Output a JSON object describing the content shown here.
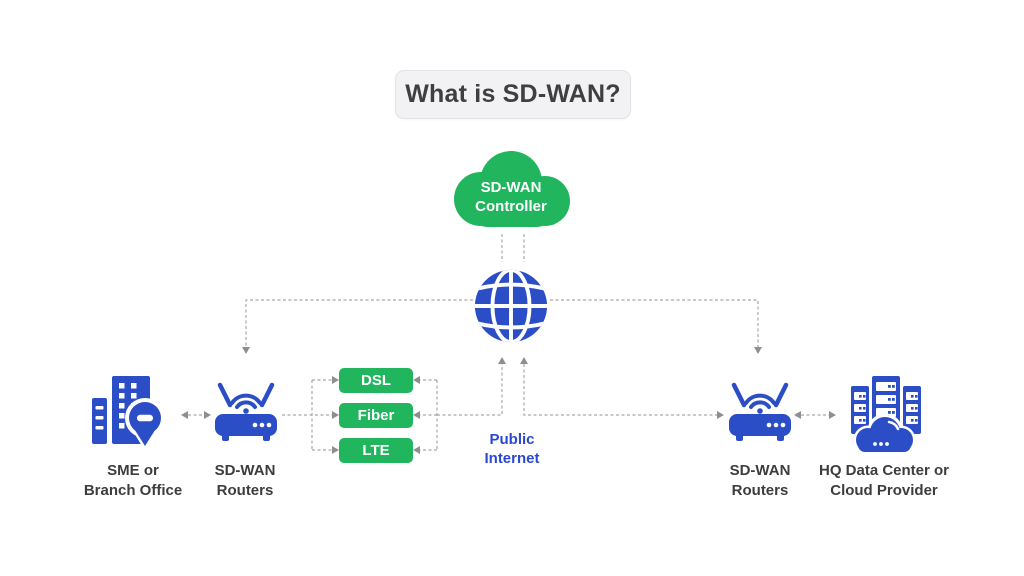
{
  "title": {
    "label": "What is SD-WAN?"
  },
  "controller": {
    "line1": "SD-WAN",
    "line2": "Controller"
  },
  "internet": {
    "line1": "Public",
    "line2": "Internet"
  },
  "links": [
    "DSL",
    "Fiber",
    "LTE"
  ],
  "nodes": {
    "branch": {
      "line1": "SME or",
      "line2": "Branch Office"
    },
    "left_router": {
      "line1": "SD-WAN",
      "line2": "Routers"
    },
    "right_router": {
      "line1": "SD-WAN",
      "line2": "Routers"
    },
    "hq": {
      "line1": "HQ Data Center or",
      "line2": "Cloud Provider"
    }
  },
  "icons": {
    "controller": "cloud-icon",
    "internet": "globe-icon",
    "branch": "office-building-pin-icon",
    "left_router": "wifi-router-icon",
    "right_router": "wifi-router-icon",
    "hq": "server-cloud-icon"
  },
  "colors": {
    "green": "#21b55e",
    "blue_icon": "#2b4ec7",
    "blue_text": "#2b49d0",
    "label_text": "#3d3d3f",
    "title_text": "#3f3f41",
    "title_bg": "#f2f2f4",
    "title_border": "#e3e3e6",
    "connector": "#a8a8a8",
    "background": "#ffffff"
  }
}
